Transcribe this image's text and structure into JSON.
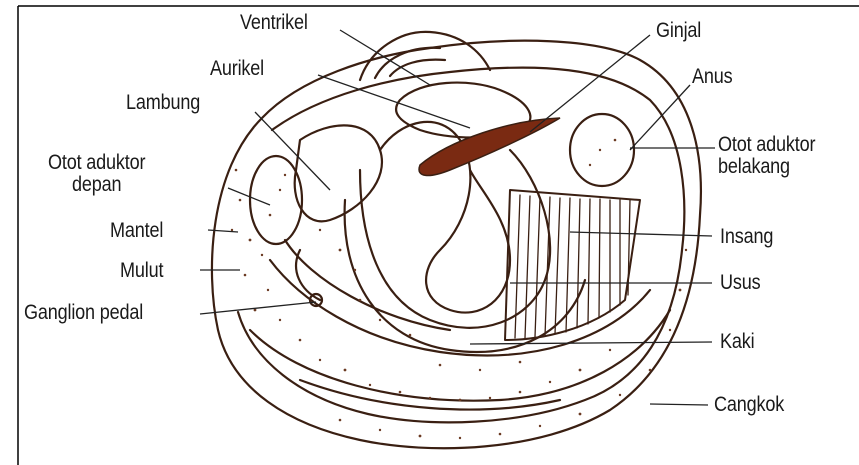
{
  "figure": {
    "labels": {
      "ventrikel": "Ventrikel",
      "aurikel": "Aurikel",
      "lambung": "Lambung",
      "otot_aduktor_depan": "Otot aduktor\ndepan",
      "mantel": "Mantel",
      "mulut": "Mulut",
      "ganglion_pedal": "Ganglion pedal",
      "ginjal": "Ginjal",
      "anus": "Anus",
      "otot_aduktor_belakang": "Otot aduktor\nbelakang",
      "insang": "Insang",
      "usus": "Usus",
      "kaki": "Kaki",
      "cangkok": "Cangkok"
    },
    "colors": {
      "outline": "#3a1f12",
      "stipple": "#6b3a22",
      "kidney": "#7a2a12",
      "leader": "#222222",
      "frame": "#000000"
    }
  }
}
